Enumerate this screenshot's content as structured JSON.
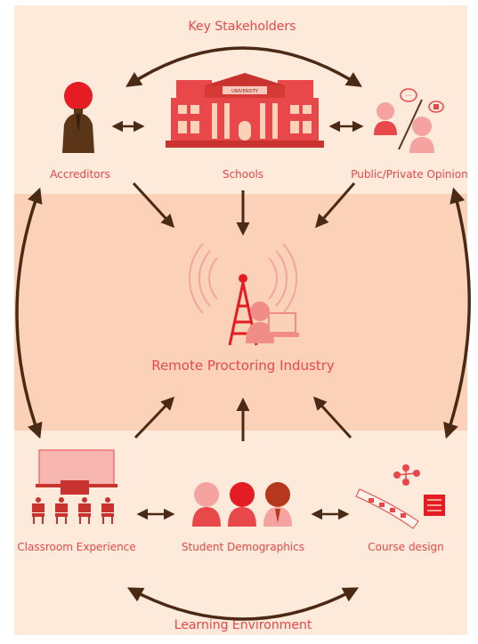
{
  "top_label": "Key Stakeholders",
  "bottom_label": "Learning Environment",
  "center_label": "Remote Proctoring Industry",
  "stakeholders": {
    "accreditors": "Accreditors",
    "schools": "Schools",
    "opinion": "Public/Private Opinion"
  },
  "environment": {
    "classroom": "Classroom Experience",
    "demographics": "Student Demographics",
    "course": "Course design"
  },
  "building_sign": "UNIVERSITY",
  "colors": {
    "page_bg": "#fdeadb",
    "band_bg": "#fbd2b8",
    "label_red": "#e8484a",
    "arrow": "#4a2a14",
    "red": "#e51c23",
    "pink": "#f4a3a0",
    "brown": "#5b3517",
    "rust": "#b5381c"
  },
  "icons": [
    "person-icon",
    "university-building-icon",
    "opinion-people-icon",
    "radio-tower-icon",
    "proctor-person-icon",
    "laptop-icon",
    "classroom-icon",
    "students-icon",
    "course-design-icon",
    "speech-bubble-icon"
  ]
}
